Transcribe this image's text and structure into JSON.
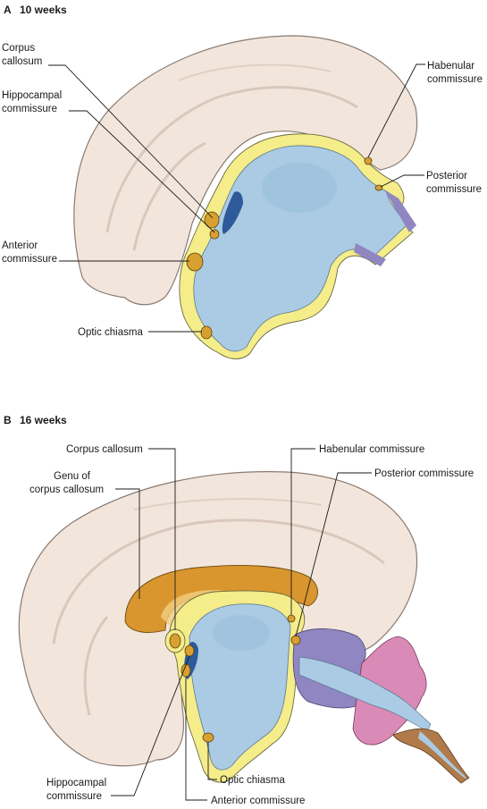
{
  "panel_a": {
    "letter": "A",
    "title": "10 weeks",
    "labels": {
      "corpus_callosum": [
        "Corpus",
        "callosum"
      ],
      "hippocampal_commissure": [
        "Hippocampal",
        "commissure"
      ],
      "anterior_commissure": [
        "Anterior",
        "commissure"
      ],
      "optic_chiasma": [
        "Optic chiasma"
      ],
      "habenular_commissure": [
        "Habenular",
        "commissure"
      ],
      "posterior_commissure": [
        "Posterior",
        "commissure"
      ]
    }
  },
  "panel_b": {
    "letter": "B",
    "title": "16 weeks",
    "labels": {
      "corpus_callosum": [
        "Corpus callosum"
      ],
      "genu_of_corpus_callosum": [
        "Genu of",
        "corpus callosum"
      ],
      "habenular_commissure": [
        "Habenular commissure"
      ],
      "posterior_commissure": [
        "Posterior commissure"
      ],
      "hippocampal_commissure": [
        "Hippocampal",
        "commissure"
      ],
      "anterior_commissure": [
        "Anterior commissure"
      ],
      "optic_chiasma": [
        "Optic chiasma"
      ]
    }
  },
  "colors": {
    "hemisphere": "#f2e6dc",
    "hemisphere_edge": "#8a7a70",
    "ventricle": "#aacbe3",
    "ependyma": "#f5ec8a",
    "commissure": "#d8a030",
    "corpus_callosum": "#d9952e",
    "midbrain": "#8f86c2",
    "hindbrain": "#d98ab6",
    "cord": "#b07a4a"
  }
}
